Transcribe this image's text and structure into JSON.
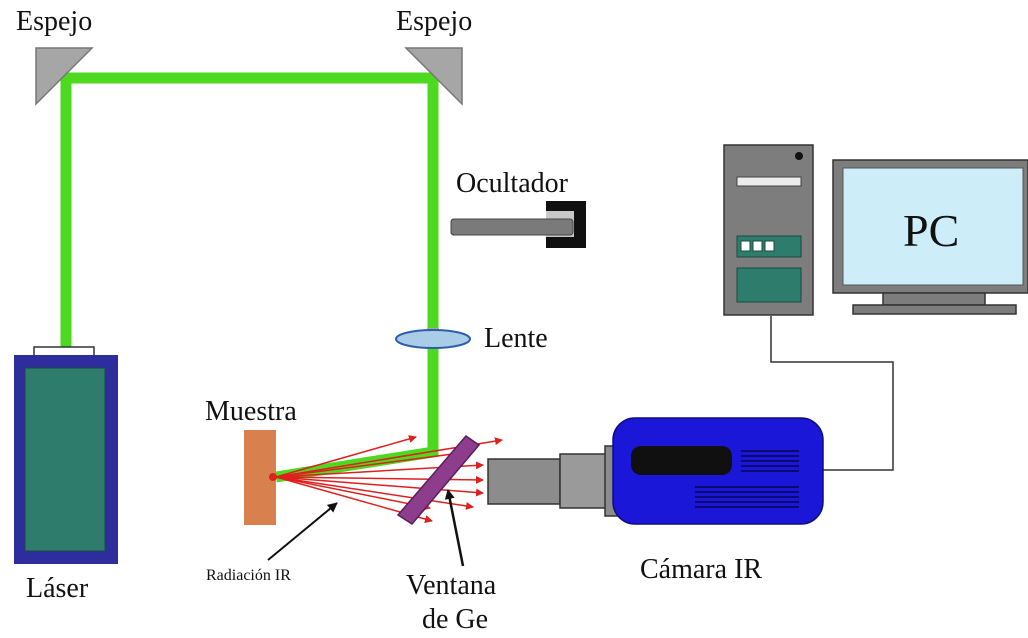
{
  "labels": {
    "mirror_left": "Espejo",
    "mirror_right": "Espejo",
    "chopper": "Ocultador",
    "lens": "Lente",
    "sample": "Muestra",
    "laser": "Láser",
    "ir_radiation": "Radiación IR",
    "ge_window_line1": "Ventana",
    "ge_window_line2": "de Ge",
    "ir_camera": "Cámara IR",
    "pc": "PC"
  },
  "colors": {
    "laser_beam": "#4cd91f",
    "mirror": "#a6a6a6",
    "laser_body": "#2e7d6c",
    "laser_frame": "#2d2d9e",
    "sample": "#d9804f",
    "ir_rays": "#e01f1f",
    "ge_window": "#8e3c8c",
    "camera_body": "#1a17d8",
    "lens": "#a9cde8",
    "pc_screen": "#cdeef8"
  }
}
